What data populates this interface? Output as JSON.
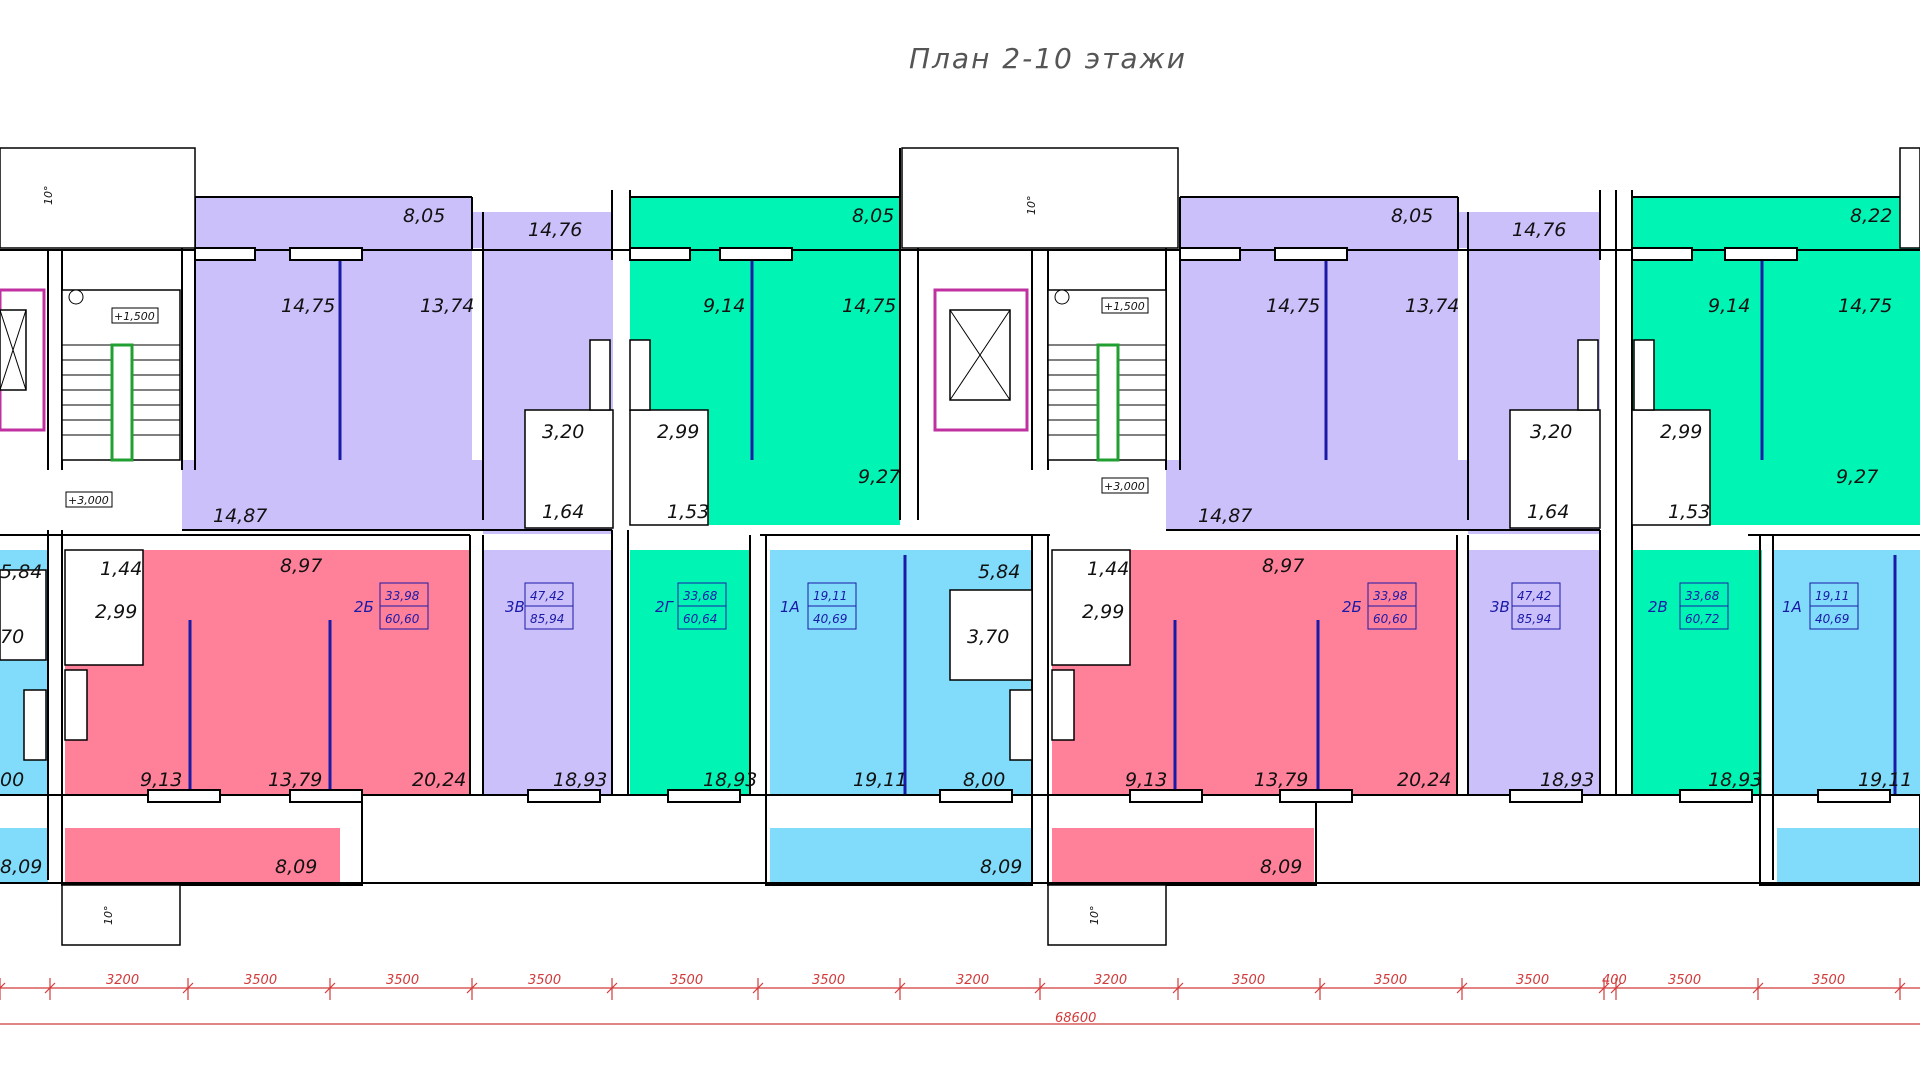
{
  "title": "План 2-10 этажи",
  "colors": {
    "apt_1A": "#80dcfa",
    "apt_2B": "#ff8099",
    "apt_2V": "#00f5b5",
    "apt_3V": "#ccc0fa",
    "dimension": "#d23a3a",
    "label_box": "#1a1aa8",
    "lift": "#c030a0",
    "stair_rail": "#20a030"
  },
  "level_marks": [
    "+1,500",
    "+3,000",
    "+1,500",
    "+3,000"
  ],
  "balcony_slope": "10°",
  "total_dimension": "68600",
  "dimension_labels": [
    "3200",
    "3500",
    "3500",
    "3500",
    "3500",
    "3500",
    "3200",
    "3200",
    "3500",
    "3500",
    "3500",
    "400",
    "3500",
    "3500"
  ],
  "apartments": [
    {
      "code": "2Б",
      "living": "33,98",
      "total": "60,60"
    },
    {
      "code": "3В",
      "living": "47,42",
      "total": "85,94"
    },
    {
      "code": "2Г",
      "living": "33,68",
      "total": "60,64"
    },
    {
      "code": "1А",
      "living": "19,11",
      "total": "40,69"
    },
    {
      "code": "2Б",
      "living": "33,98",
      "total": "60,60"
    },
    {
      "code": "3В",
      "living": "47,42",
      "total": "85,94"
    },
    {
      "code": "2В",
      "living": "33,68",
      "total": "60,72"
    },
    {
      "code": "1А",
      "living": "19,11",
      "total": "40,69"
    }
  ],
  "rooms": [
    "8,05",
    "14,76",
    "14,75",
    "13,74",
    "3,20",
    "1,64",
    "14,87",
    "18,93",
    "8,05",
    "9,14",
    "14,75",
    "2,99",
    "1,53",
    "9,27",
    "18,93",
    "1,44",
    "2,99",
    "8,97",
    "9,13",
    "13,79",
    "20,24",
    "8,09",
    "5,84",
    "3,70",
    "19,11",
    "8,00",
    "8,09",
    "8,05",
    "14,76",
    "14,75",
    "13,74",
    "3,20",
    "1,64",
    "14,87",
    "18,93",
    "8,22",
    "9,14",
    "14,75",
    "2,99",
    "1,53",
    "9,27",
    "18,93",
    "1,44",
    "2,99",
    "8,97",
    "9,13",
    "13,79",
    "20,24",
    "8,09",
    "19,11",
    "5,84",
    "70",
    "00",
    "8,09"
  ]
}
